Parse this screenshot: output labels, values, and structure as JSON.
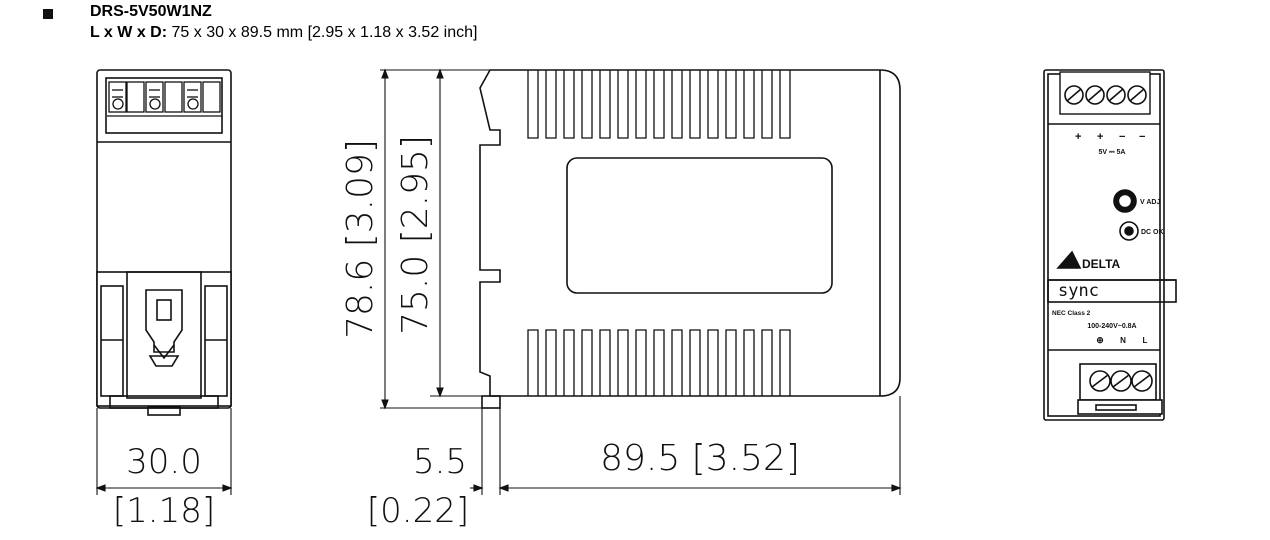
{
  "header": {
    "model": "DRS-5V50W1NZ",
    "dims_label": "L x W x D:",
    "dims_value": "75 x 30 x 89.5 mm [2.95 x 1.18 x 3.52 inch]"
  },
  "dimensions": {
    "width_mm": "30.0",
    "width_in": "[1.18]",
    "clip_mm": "5.5",
    "clip_in": "[0.22]",
    "depth": "89.5 [3.52]",
    "total_height": "78.6 [3.09]",
    "body_height": "75.0 [2.95]"
  },
  "front_panel": {
    "plus1": "+",
    "plus2": "+",
    "minus1": "−",
    "minus2": "−",
    "output_rating": "5V ⎓ 5A",
    "vadj": "V ADJ",
    "dcok": "DC OK",
    "brand": "DELTA",
    "series": "sync",
    "nec": "NEC Class 2",
    "input_rating": "100-240V~0.8A",
    "ground_sym": "⊕",
    "n": "N",
    "l": "L"
  },
  "colors": {
    "line": "#111111",
    "body_fill": "#ffffff"
  }
}
